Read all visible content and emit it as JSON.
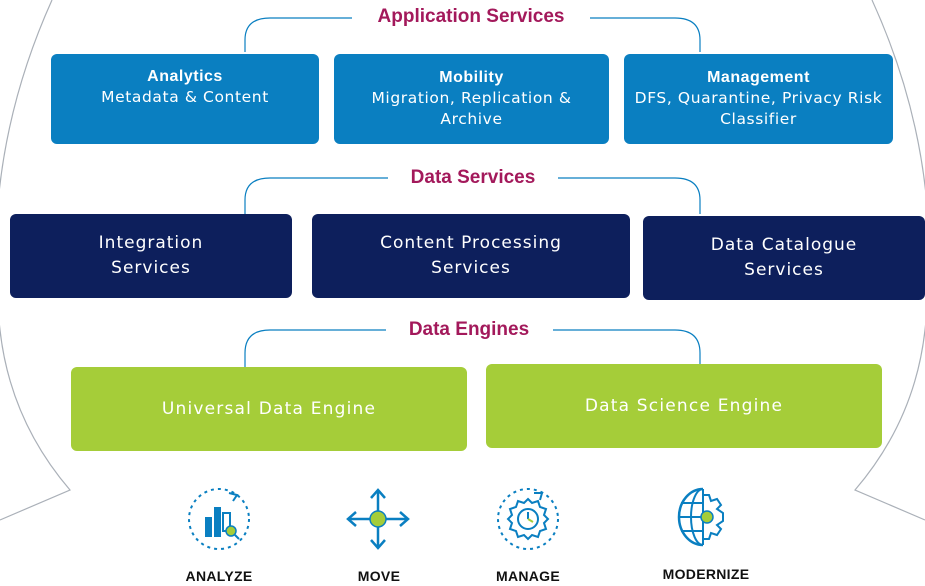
{
  "colors": {
    "accent_title": "#a3195b",
    "application_box": "#0a7fc1",
    "data_box": "#0d1f5c",
    "engine_box": "#a5cd39",
    "icon_blue": "#0a7fc1",
    "icon_green": "#a5cd39"
  },
  "application_services": {
    "title": "Application Services",
    "boxes": [
      {
        "title": "Analytics",
        "subtitle": "Metadata & Content"
      },
      {
        "title": "Mobility",
        "subtitle": "Migration, Replication & Archive"
      },
      {
        "title": "Management",
        "subtitle": "DFS, Quarantine, Privacy Risk Classifier"
      }
    ]
  },
  "data_services": {
    "title": "Data Services",
    "boxes": [
      {
        "label": "Integration Services"
      },
      {
        "label": "Content Processing Services"
      },
      {
        "label": "Data Catalogue Services"
      }
    ]
  },
  "data_engines": {
    "title": "Data Engines",
    "boxes": [
      {
        "label": "Universal Data Engine"
      },
      {
        "label": "Data Science Engine"
      }
    ]
  },
  "capabilities": [
    {
      "label": "ANALYZE",
      "icon": "bar-chart-magnifier-icon"
    },
    {
      "label": "MOVE",
      "icon": "four-way-arrows-icon"
    },
    {
      "label": "MANAGE",
      "icon": "gear-clock-icon"
    },
    {
      "label": "MODERNIZE",
      "icon": "globe-gear-icon"
    }
  ]
}
